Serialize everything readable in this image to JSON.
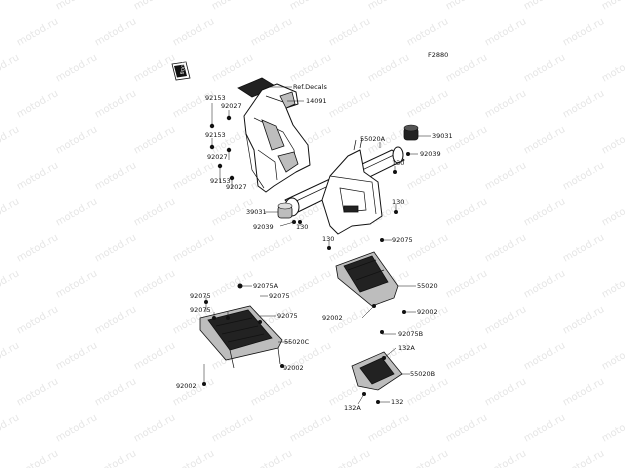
{
  "figure_code": "F2880",
  "watermark_text": "motod.ru",
  "book_icon_label": "BOOK",
  "callouts": [
    {
      "id": "ref-decals",
      "text": "Ref.Decals"
    },
    {
      "id": "p14091",
      "text": "14091"
    },
    {
      "id": "p92153-a",
      "text": "92153"
    },
    {
      "id": "p92027-a",
      "text": "92027"
    },
    {
      "id": "p92153-b",
      "text": "92153"
    },
    {
      "id": "p92027-b",
      "text": "92027"
    },
    {
      "id": "p92153-c",
      "text": "92153"
    },
    {
      "id": "p92027-c",
      "text": "92027"
    },
    {
      "id": "p55020a",
      "text": "55020A"
    },
    {
      "id": "p39031-a",
      "text": "39031"
    },
    {
      "id": "p92039-a",
      "text": "92039"
    },
    {
      "id": "p130-a",
      "text": "130"
    },
    {
      "id": "p39031-b",
      "text": "39031"
    },
    {
      "id": "p92039-b",
      "text": "92039"
    },
    {
      "id": "p130-b",
      "text": "130"
    },
    {
      "id": "p130-c",
      "text": "130"
    },
    {
      "id": "p130-d",
      "text": "130"
    },
    {
      "id": "p92075-a",
      "text": "92075"
    },
    {
      "id": "p55020",
      "text": "55020"
    },
    {
      "id": "p92002-a",
      "text": "92002"
    },
    {
      "id": "p92002-b",
      "text": "92002"
    },
    {
      "id": "p92075a",
      "text": "92075A"
    },
    {
      "id": "p92075-b",
      "text": "92075"
    },
    {
      "id": "p92075-c",
      "text": "92075"
    },
    {
      "id": "p92075-d",
      "text": "92075"
    },
    {
      "id": "p92075-e",
      "text": "92075"
    },
    {
      "id": "p55020c",
      "text": "55020C"
    },
    {
      "id": "p92002-c",
      "text": "92002"
    },
    {
      "id": "p92002-d",
      "text": "92002"
    },
    {
      "id": "p92075b",
      "text": "92075B"
    },
    {
      "id": "p132a-a",
      "text": "132A"
    },
    {
      "id": "p55020b",
      "text": "55020B"
    },
    {
      "id": "p132a-b",
      "text": "132A"
    },
    {
      "id": "p132",
      "text": "132"
    }
  ]
}
